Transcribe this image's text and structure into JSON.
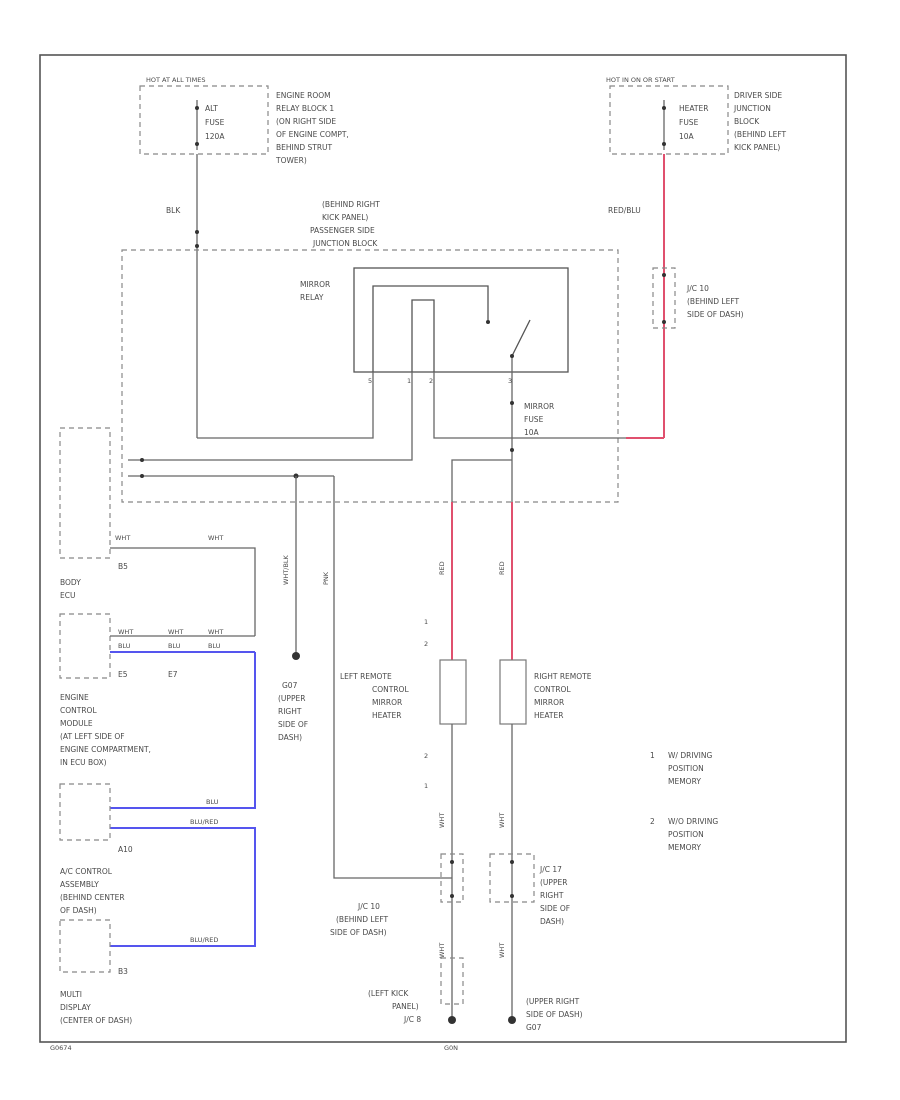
{
  "labels": {
    "hot_left": "HOT AT ALL TIMES",
    "hot_right": "HOT IN ON OR START",
    "alt_fuse_1": "ALT",
    "alt_fuse_2": "FUSE",
    "alt_fuse_3": "120A",
    "engine_block_1": "ENGINE ROOM",
    "engine_block_2": "RELAY BLOCK 1",
    "engine_block_3": "(ON RIGHT SIDE",
    "engine_block_4": "OF ENGINE COMPT,",
    "engine_block_5": "BEHIND STRUT",
    "engine_block_6": "TOWER)",
    "heater_fuse_1": "HEATER",
    "heater_fuse_2": "FUSE",
    "heater_fuse_3": "10A",
    "driver_jb_1": "DRIVER SIDE",
    "driver_jb_2": "JUNCTION",
    "driver_jb_3": "BLOCK",
    "driver_jb_4": "(BEHIND LEFT",
    "driver_jb_5": "KICK PANEL)",
    "wire_blk": "BLK",
    "wire_redblu": "RED/BLU",
    "pass_jb_1": "(BEHIND RIGHT",
    "pass_jb_2": "KICK PANEL)",
    "pass_jb_3": "PASSENGER SIDE",
    "pass_jb_4": "JUNCTION BLOCK",
    "relay_1": "MIRROR",
    "relay_2": "RELAY",
    "jc_top_1": "J/C 10",
    "jc_top_2": "(BEHIND LEFT",
    "jc_top_3": "SIDE OF DASH)",
    "mirror_fuse_1": "MIRROR",
    "mirror_fuse_2": "FUSE",
    "mirror_fuse_3": "10A",
    "body_ecu_1": "BODY",
    "body_ecu_2": "ECU",
    "ecm_1": "ENGINE",
    "ecm_2": "CONTROL",
    "ecm_3": "MODULE",
    "ecm_4": "(AT LEFT SIDE OF",
    "ecm_5": "ENGINE COMPARTMENT,",
    "ecm_6": "IN ECU BOX)",
    "ac_1": "A/C CONTROL",
    "ac_2": "ASSEMBLY",
    "ac_3": "(BEHIND CENTER",
    "ac_4": "OF DASH)",
    "multi_1": "MULTI",
    "multi_2": "DISPLAY",
    "multi_3": "(CENTER OF DASH)",
    "ground_1_1": "G07",
    "ground_1_2": "(UPPER",
    "ground_1_3": "RIGHT",
    "ground_1_4": "SIDE OF",
    "ground_1_5": "DASH)",
    "left_heater_1": "LEFT REMOTE",
    "left_heater_2": "CONTROL",
    "left_heater_3": "MIRROR",
    "left_heater_4": "HEATER",
    "right_heater_1": "RIGHT REMOTE",
    "right_heater_2": "CONTROL",
    "right_heater_3": "MIRROR",
    "right_heater_4": "HEATER",
    "note_1_num": "1",
    "note_1_a": "W/ DRIVING",
    "note_1_b": "POSITION",
    "note_1_c": "MEMORY",
    "note_2_num": "2",
    "note_2_a": "W/O DRIVING",
    "note_2_b": "POSITION",
    "note_2_c": "MEMORY",
    "jc_left_1": "J/C 10",
    "jc_left_2": "(BEHIND LEFT",
    "jc_left_3": "SIDE OF DASH)",
    "jc_right_1": "J/C 17",
    "jc_right_2": "(UPPER",
    "jc_right_3": "RIGHT",
    "jc_right_4": "SIDE OF",
    "jc_right_5": "DASH)",
    "gnd_left_1": "(LEFT KICK",
    "gnd_left_2": "PANEL)",
    "gnd_left_3": "J/C 8",
    "gnd_right_1": "(UPPER RIGHT",
    "gnd_right_2": "SIDE OF DASH)",
    "gnd_right_3": "G07",
    "wire_red": "RED",
    "wire_wht": "WHT",
    "wire_blu": "BLU",
    "wire_wht_blk": "WHT/BLK",
    "wire_blu_red": "BLU/RED",
    "wire_pnk": "PNK",
    "pin_b5": "B5",
    "pin_e5": "E5",
    "pin_e7": "E7",
    "pin_a10": "A10",
    "pin_b3": "B3",
    "pin_p1": "1",
    "pin_p2": "2",
    "footer_left": "G0674",
    "footer_mid": "G0N"
  },
  "colors": {
    "red_wire": "#e0506e",
    "blue_wire": "#5555ee",
    "line": "#666666"
  }
}
